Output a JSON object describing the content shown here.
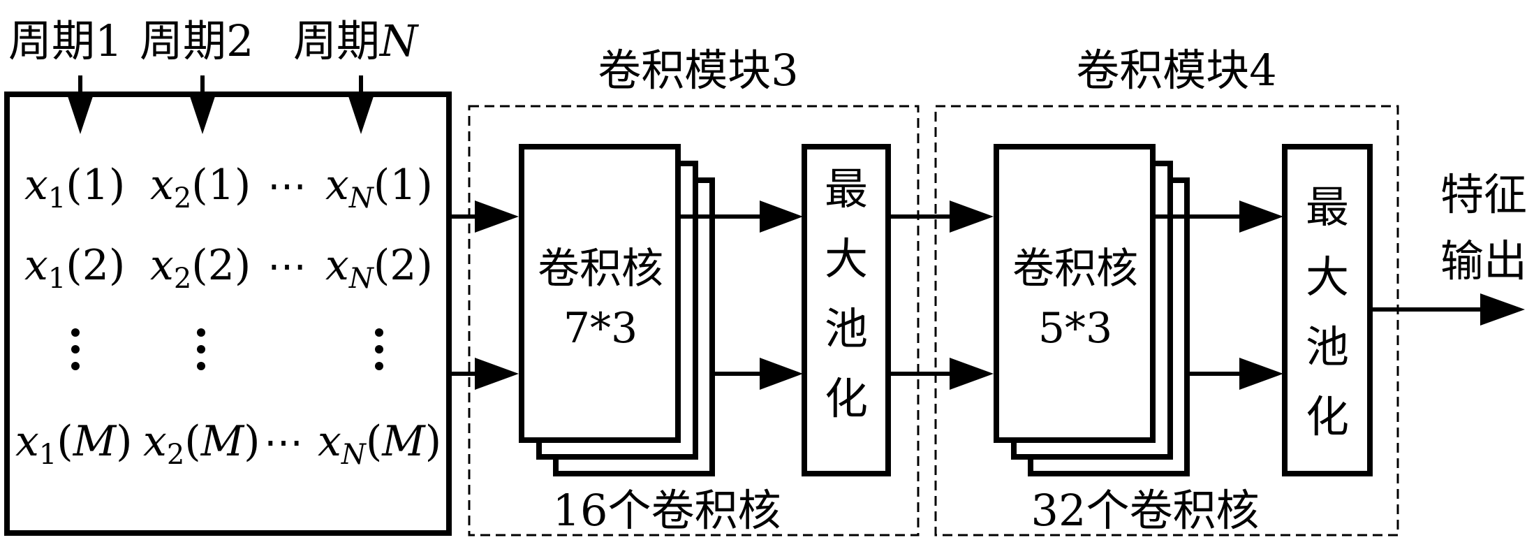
{
  "input_block": {
    "period_labels": [
      "周期1",
      "周期2",
      "周期N"
    ],
    "period_label_prefix": "周期",
    "period_suffixes": [
      "1",
      "2",
      "N"
    ],
    "rows": [
      {
        "index": "1",
        "cells": [
          {
            "var": "x",
            "sub": "1",
            "arg": "1"
          },
          {
            "var": "x",
            "sub": "2",
            "arg": "1"
          },
          {
            "var": "x",
            "sub": "N",
            "arg": "1"
          }
        ]
      },
      {
        "index": "2",
        "cells": [
          {
            "var": "x",
            "sub": "1",
            "arg": "2"
          },
          {
            "var": "x",
            "sub": "2",
            "arg": "2"
          },
          {
            "var": "x",
            "sub": "N",
            "arg": "2"
          }
        ]
      },
      {
        "index": "M",
        "cells": [
          {
            "var": "x",
            "sub": "1",
            "arg": "M"
          },
          {
            "var": "x",
            "sub": "2",
            "arg": "M"
          },
          {
            "var": "x",
            "sub": "N",
            "arg": "M"
          }
        ]
      }
    ],
    "ellipsis": "⋯",
    "vertical_ellipsis": "⋮"
  },
  "modules": [
    {
      "title": "卷积模块3",
      "conv_label_line1": "卷积核",
      "conv_label_line2": "7*3",
      "pool_label": [
        "最",
        "大",
        "池",
        "化"
      ],
      "kernel_count_label": "16个卷积核"
    },
    {
      "title": "卷积模块4",
      "conv_label_line1": "卷积核",
      "conv_label_line2": "5*3",
      "pool_label": [
        "最",
        "大",
        "池",
        "化"
      ],
      "kernel_count_label": "32个卷积核"
    }
  ],
  "output": {
    "label_line1": "特征",
    "label_line2": "输出"
  }
}
